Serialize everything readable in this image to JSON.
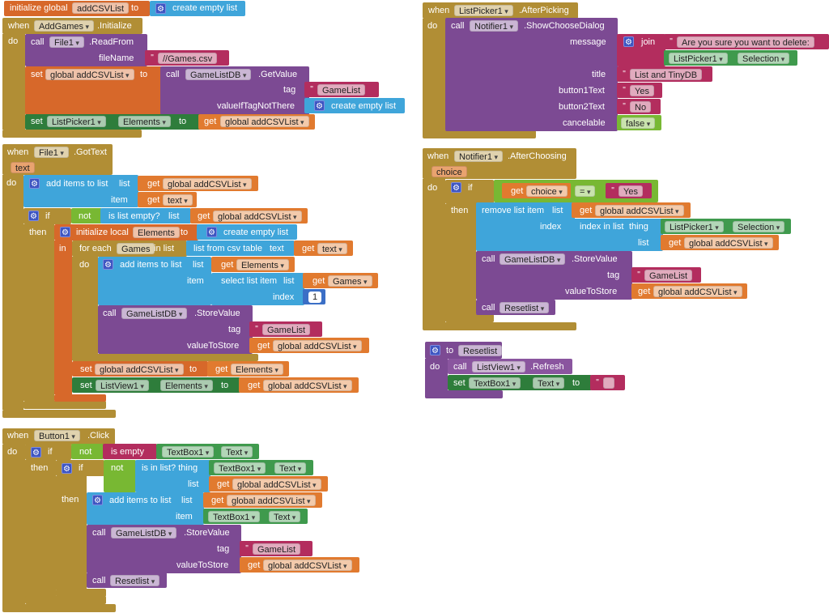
{
  "ui": {
    "gear": "⚙",
    "quote": "\"",
    "chevron": "▾"
  },
  "kw": {
    "initialize_global": "initialize global",
    "to": "to",
    "when": "when",
    "do": "do",
    "call": "call",
    "set": "set",
    "get": "get",
    "if": "if",
    "then": "then",
    "not": "not",
    "in": "in",
    "for_each": "for each",
    "in_list": "in list",
    "create_empty_list": "create empty list",
    "initialize_local": "initialize local"
  },
  "global_decl": {
    "name": "addCSVList"
  },
  "add_games": {
    "component": "AddGames",
    "event": ".Initialize",
    "read_from": {
      "component": "File1",
      "method": ".ReadFrom",
      "param": "fileName",
      "value": "//Games.csv"
    },
    "set_global": {
      "var": "global addCSVList",
      "component": "GameListDB",
      "method": ".GetValue",
      "tag_label": "tag",
      "tag": "GameList",
      "default_label": "valueIfTagNotThere"
    },
    "set_elements": {
      "component": "ListPicker1",
      "prop": "Elements",
      "var": "global addCSVList"
    }
  },
  "file_gottext": {
    "component": "File1",
    "event": ".GotText",
    "param": "text",
    "add_items": {
      "label": "add items to list",
      "list_label": "list",
      "item_label": "item",
      "list_var": "global addCSVList",
      "item_var": "text"
    },
    "is_empty": {
      "label": "is list empty?",
      "list_label": "list",
      "var": "global addCSVList"
    },
    "local": {
      "name": "Elements"
    },
    "loop": {
      "var": "Games",
      "csv_label": "list from csv table",
      "text_label": "text",
      "text_var": "text"
    },
    "inner_add": {
      "label": "add items to list",
      "list_label": "list",
      "item_label": "item",
      "list_var": "Elements",
      "select_label": "select list item",
      "select_list_label": "list",
      "select_list_var": "Games",
      "index_label": "index",
      "index": "1"
    },
    "store": {
      "component": "GameListDB",
      "method": ".StoreValue",
      "tag_label": "tag",
      "tag": "GameList",
      "value_label": "valueToStore",
      "var": "global addCSVList"
    },
    "set_global": {
      "var": "global addCSVList",
      "get": "Elements"
    },
    "set_listview": {
      "component": "ListView1",
      "prop": "Elements",
      "var": "global addCSVList"
    }
  },
  "button_click": {
    "component": "Button1",
    "event": ".Click",
    "is_empty": {
      "label": "is empty",
      "component": "TextBox1",
      "prop": "Text"
    },
    "is_in_list": {
      "label": "is in list? thing",
      "list_label": "list",
      "component": "TextBox1",
      "prop": "Text",
      "var": "global addCSVList"
    },
    "add_items": {
      "label": "add items to list",
      "list_label": "list",
      "item_label": "item",
      "var": "global addCSVList",
      "component": "TextBox1",
      "prop": "Text"
    },
    "store": {
      "component": "GameListDB",
      "method": ".StoreValue",
      "tag_label": "tag",
      "tag": "GameList",
      "value_label": "valueToStore",
      "var": "global addCSVList"
    },
    "call_proc": "Resetlist"
  },
  "after_picking": {
    "component": "ListPicker1",
    "event": ".AfterPicking",
    "dialog": {
      "component": "Notifier1",
      "method": ".ShowChooseDialog",
      "message_label": "message",
      "join": "join",
      "message_text": "Are you sure you want to delete:",
      "picker": "ListPicker1",
      "picker_prop": "Selection",
      "title_label": "title",
      "title": "List and TinyDB",
      "button1_label": "button1Text",
      "button1": "Yes",
      "button2_label": "button2Text",
      "button2": "No",
      "cancel_label": "cancelable",
      "cancel": "false"
    }
  },
  "after_choosing": {
    "component": "Notifier1",
    "event": ".AfterChoosing",
    "param": "choice",
    "cond": {
      "var": "choice",
      "op": "=",
      "value": "Yes"
    },
    "remove": {
      "label": "remove list item",
      "list_label": "list",
      "list_var": "global addCSVList",
      "index_label": "index",
      "index_in_list": "index in list",
      "thing_label": "thing",
      "picker": "ListPicker1",
      "picker_prop": "Selection",
      "list2_label": "list",
      "list2_var": "global addCSVList"
    },
    "store": {
      "component": "GameListDB",
      "method": ".StoreValue",
      "tag_label": "tag",
      "tag": "GameList",
      "value_label": "valueToStore",
      "var": "global addCSVList"
    },
    "call_proc": "Resetlist"
  },
  "resetlist": {
    "name": "Resetlist",
    "refresh": {
      "component": "ListView1",
      "method": ".Refresh"
    },
    "set_text": {
      "component": "TextBox1",
      "prop": "Text",
      "value": ""
    }
  }
}
